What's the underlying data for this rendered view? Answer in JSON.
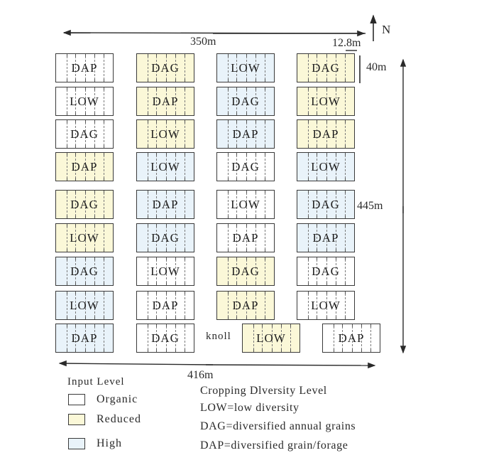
{
  "colors": {
    "Organic": "#ffffff",
    "Reduced": "#fbf8d8",
    "High": "#e9f3fa"
  },
  "dimensions": {
    "width_label": "350m",
    "plot_width_label": "12.8m",
    "plot_length_label": "40m",
    "length_label": "445m",
    "bottom_width_label": "416m",
    "north_label": "N"
  },
  "knoll_label": "knoll",
  "plots": [
    [
      {
        "crop": "DAP",
        "input": "Organic"
      },
      {
        "crop": "DAG",
        "input": "Reduced"
      },
      {
        "crop": "LOW",
        "input": "High"
      },
      {
        "crop": "DAG",
        "input": "Reduced"
      }
    ],
    [
      {
        "crop": "LOW",
        "input": "Organic"
      },
      {
        "crop": "DAP",
        "input": "Reduced"
      },
      {
        "crop": "DAG",
        "input": "High"
      },
      {
        "crop": "LOW",
        "input": "Reduced"
      }
    ],
    [
      {
        "crop": "DAG",
        "input": "Organic"
      },
      {
        "crop": "LOW",
        "input": "Reduced"
      },
      {
        "crop": "DAP",
        "input": "High"
      },
      {
        "crop": "DAP",
        "input": "Reduced"
      }
    ],
    [
      {
        "crop": "DAP",
        "input": "Reduced"
      },
      {
        "crop": "LOW",
        "input": "High"
      },
      {
        "crop": "DAG",
        "input": "Organic"
      },
      {
        "crop": "LOW",
        "input": "High"
      }
    ],
    [
      {
        "crop": "DAG",
        "input": "Reduced"
      },
      {
        "crop": "DAP",
        "input": "High"
      },
      {
        "crop": "LOW",
        "input": "Organic"
      },
      {
        "crop": "DAG",
        "input": "High"
      }
    ],
    [
      {
        "crop": "LOW",
        "input": "Reduced"
      },
      {
        "crop": "DAG",
        "input": "High"
      },
      {
        "crop": "DAP",
        "input": "Organic"
      },
      {
        "crop": "DAP",
        "input": "High"
      }
    ],
    [
      {
        "crop": "DAG",
        "input": "High"
      },
      {
        "crop": "LOW",
        "input": "Organic"
      },
      {
        "crop": "DAG",
        "input": "Reduced"
      },
      {
        "crop": "DAG",
        "input": "Organic"
      }
    ],
    [
      {
        "crop": "LOW",
        "input": "High"
      },
      {
        "crop": "DAP",
        "input": "Organic"
      },
      {
        "crop": "DAP",
        "input": "Reduced"
      },
      {
        "crop": "LOW",
        "input": "Organic"
      }
    ],
    [
      {
        "crop": "DAP",
        "input": "High"
      },
      {
        "crop": "DAG",
        "input": "Organic"
      },
      {
        "crop": "LOW",
        "input": "Reduced"
      },
      {
        "crop": "DAP",
        "input": "Organic"
      }
    ]
  ],
  "legend": {
    "input_title": "Input Level",
    "input_items": [
      {
        "label": "Organic",
        "level": "Organic"
      },
      {
        "label": "Reduced",
        "level": "Reduced"
      },
      {
        "label": "High",
        "level": "High"
      }
    ],
    "diversity_title": "Cropping Dlversity Level",
    "diversity_items": [
      "LOW=low diversity",
      "DAG=diversified annual grains",
      "DAP=diversified grain/forage"
    ]
  }
}
